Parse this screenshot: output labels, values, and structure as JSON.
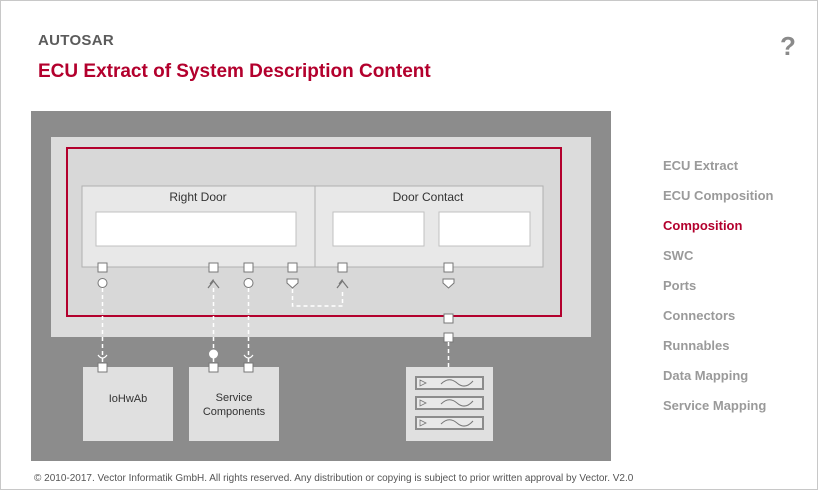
{
  "header": {
    "overline": "AUTOSAR",
    "title": "ECU Extract of System Description Content",
    "help_icon": "question-mark-icon",
    "help_symbol": "?"
  },
  "nav": {
    "items": [
      {
        "label": "ECU Extract",
        "active": false
      },
      {
        "label": "ECU Composition",
        "active": false
      },
      {
        "label": "Composition",
        "active": true
      },
      {
        "label": "SWC",
        "active": false
      },
      {
        "label": "Ports",
        "active": false
      },
      {
        "label": "Connectors",
        "active": false
      },
      {
        "label": "Runnables",
        "active": false
      },
      {
        "label": "Data Mapping",
        "active": false
      },
      {
        "label": "Service Mapping",
        "active": false
      }
    ]
  },
  "diagram": {
    "swc_left_label": "Right Door",
    "swc_right_label": "Door Contact",
    "iohwab_label": "IoHwAb",
    "service_label_line1": "Service",
    "service_label_line2": "Components",
    "colors": {
      "background": "#8c8c8c",
      "ecu_panel": "#dcdcdc",
      "highlight_border": "#b3002d",
      "component_fill": "#e8e8e8",
      "runnable_fill": "#ffffff"
    }
  },
  "footer": {
    "copyright": "© 2010-2017. Vector Informatik GmbH. All rights reserved. Any distribution or copying is subject to prior written approval by Vector. V2.0"
  }
}
